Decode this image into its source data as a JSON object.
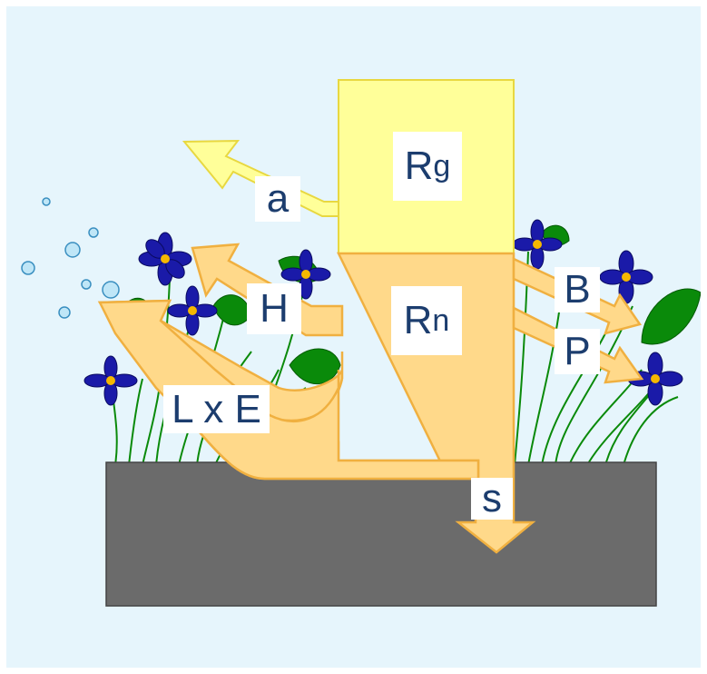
{
  "colors": {
    "background": "#e6f5fc",
    "soil": "#6b6b6b",
    "sky_flux": "#ffff99",
    "net_flux": "#ffd98a",
    "arrow_outline": "#f0b040",
    "label_text": "#1c3d6e",
    "flower_petal": "#1a1aa8",
    "flower_center": "#f5b800",
    "leaf": "#0a8a0a"
  },
  "labels": {
    "rg_main": "R",
    "rg_sub": "g",
    "rn_main": "R",
    "rn_sub": "n",
    "a": "a",
    "h": "H",
    "le": "L x E",
    "b": "B",
    "p": "P",
    "s": "s"
  }
}
